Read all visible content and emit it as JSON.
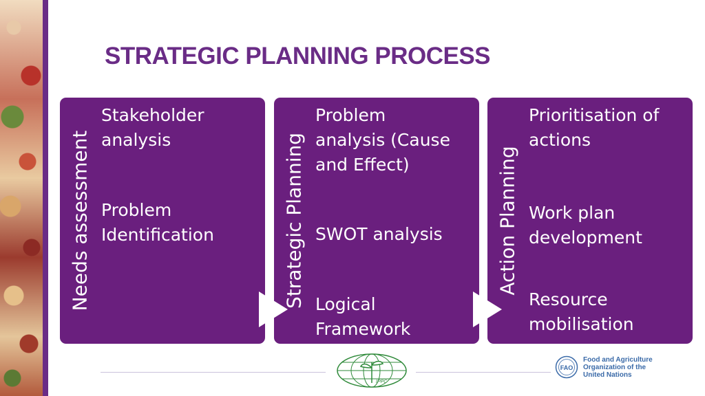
{
  "slide": {
    "title": "STRATEGIC PLANNING PROCESS",
    "panels": [
      {
        "label": "Needs assessment",
        "items": [
          "Stakeholder\nanalysis",
          "Problem\nIdentification"
        ]
      },
      {
        "label": "Strategic Planning",
        "items": [
          "Problem\nanalysis (Cause\nand Effect)",
          "SWOT analysis",
          "Logical\nFramework"
        ]
      },
      {
        "label": "Action Planning",
        "items": [
          "Prioritisation of\nactions",
          "Work plan\ndevelopment",
          "Resource\nmobilisation"
        ]
      }
    ],
    "footer": {
      "ippc_logo_text": "IPPC",
      "fao_name": "Food and Agriculture\nOrganization of the\nUnited Nations",
      "fao_logo_text": "FAO"
    },
    "colors": {
      "accent": "#6a2c86",
      "panel": "#6a1f7e",
      "text": "#ffffff"
    }
  }
}
